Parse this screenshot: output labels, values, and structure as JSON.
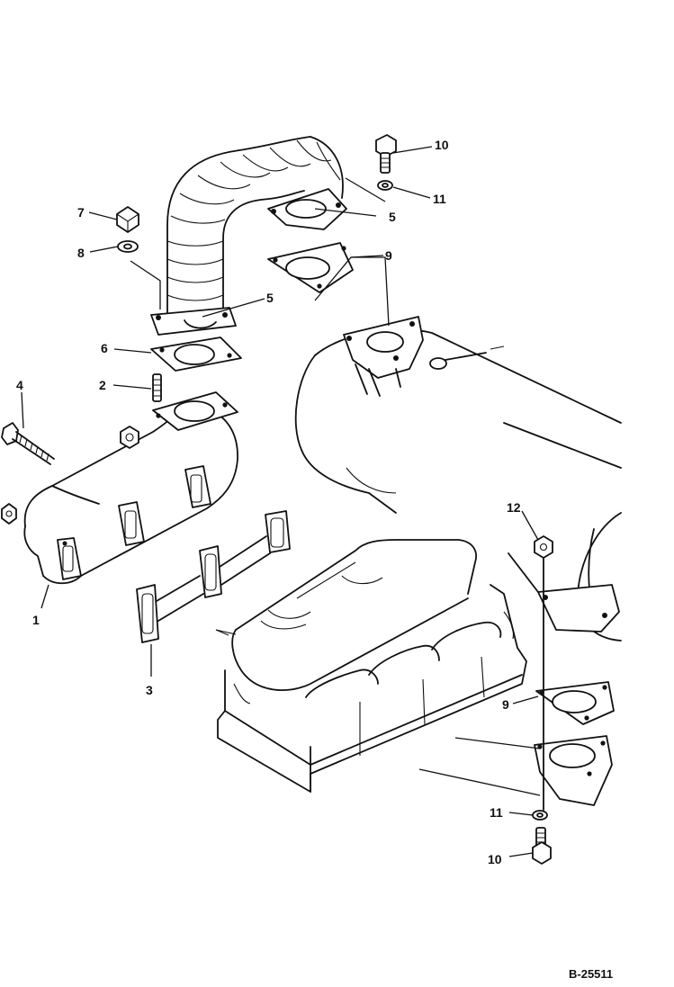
{
  "figure": {
    "reference_code": "B-25511"
  },
  "callouts": [
    {
      "id": "c1",
      "label": "1"
    },
    {
      "id": "c2",
      "label": "2"
    },
    {
      "id": "c3",
      "label": "3"
    },
    {
      "id": "c4",
      "label": "4"
    },
    {
      "id": "c5a",
      "label": "5"
    },
    {
      "id": "c5b",
      "label": "5"
    },
    {
      "id": "c6",
      "label": "6"
    },
    {
      "id": "c7",
      "label": "7"
    },
    {
      "id": "c8",
      "label": "8"
    },
    {
      "id": "c9a",
      "label": "9"
    },
    {
      "id": "c9b",
      "label": "9"
    },
    {
      "id": "c10a",
      "label": "10"
    },
    {
      "id": "c10b",
      "label": "10"
    },
    {
      "id": "c11a",
      "label": "11"
    },
    {
      "id": "c11b",
      "label": "11"
    },
    {
      "id": "c12",
      "label": "12"
    }
  ]
}
